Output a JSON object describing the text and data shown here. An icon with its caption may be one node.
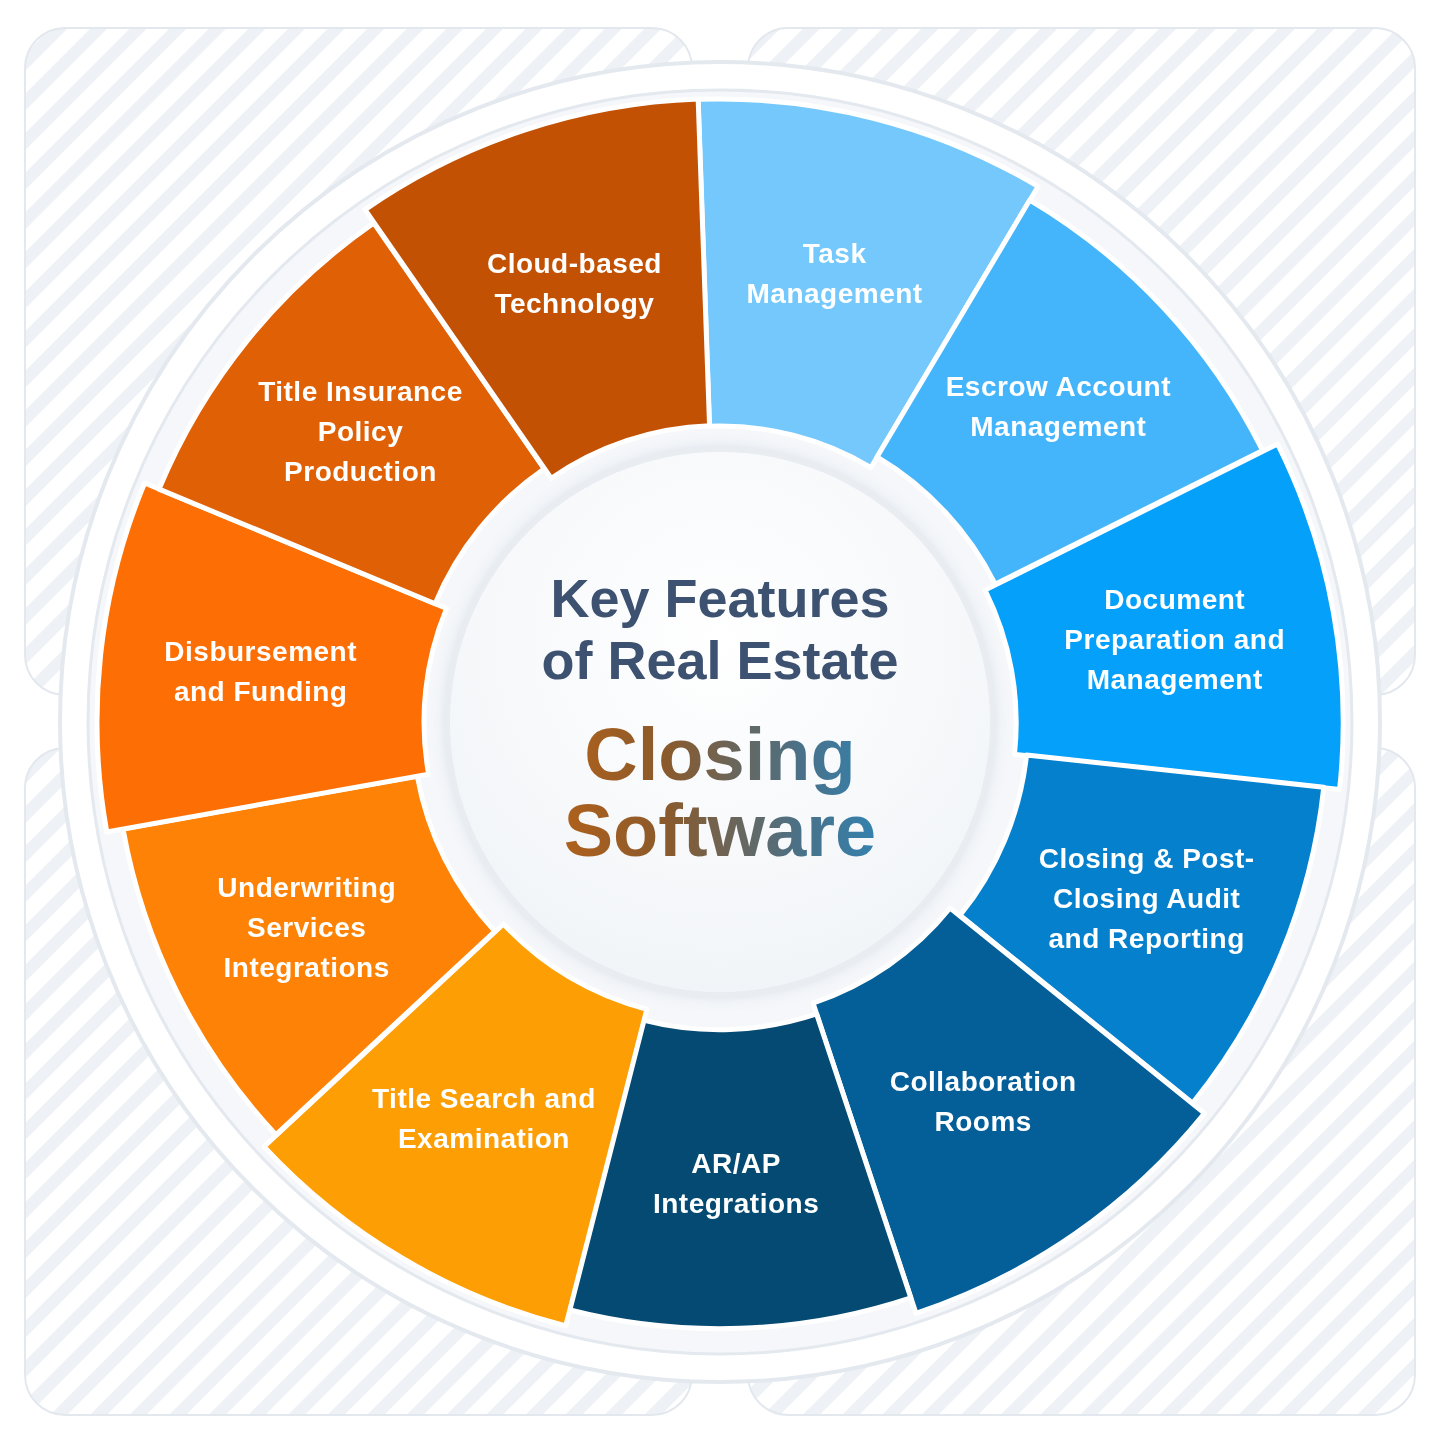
{
  "diagram": {
    "nodes": [
      {
        "text": [
          "Task Management"
        ]
      },
      {
        "text": [
          "Escrow Account Management"
        ]
      },
      {
        "text": [
          "Document Preparation and Management"
        ]
      },
      {
        "text": [
          "Closing & Post-Closing Audit and Reporting"
        ]
      },
      {
        "text": [
          "Collaboration Rooms"
        ]
      },
      {
        "text": [
          "AR/AP Integrations"
        ]
      },
      {
        "text": [
          "Title Search and Examination"
        ]
      },
      {
        "text": [
          "Underwriting Services Integrations"
        ]
      },
      {
        "text": [
          "Disbursement and Funding"
        ]
      },
      {
        "text": [
          "Title Insurance Policy Production"
        ]
      },
      {
        "text": [
          "Cloud-based Technology"
        ]
      },
      {
        "text": [
          "Key Features of Real Estate",
          "Closing Software"
        ]
      }
    ],
    "edges": []
  }
}
